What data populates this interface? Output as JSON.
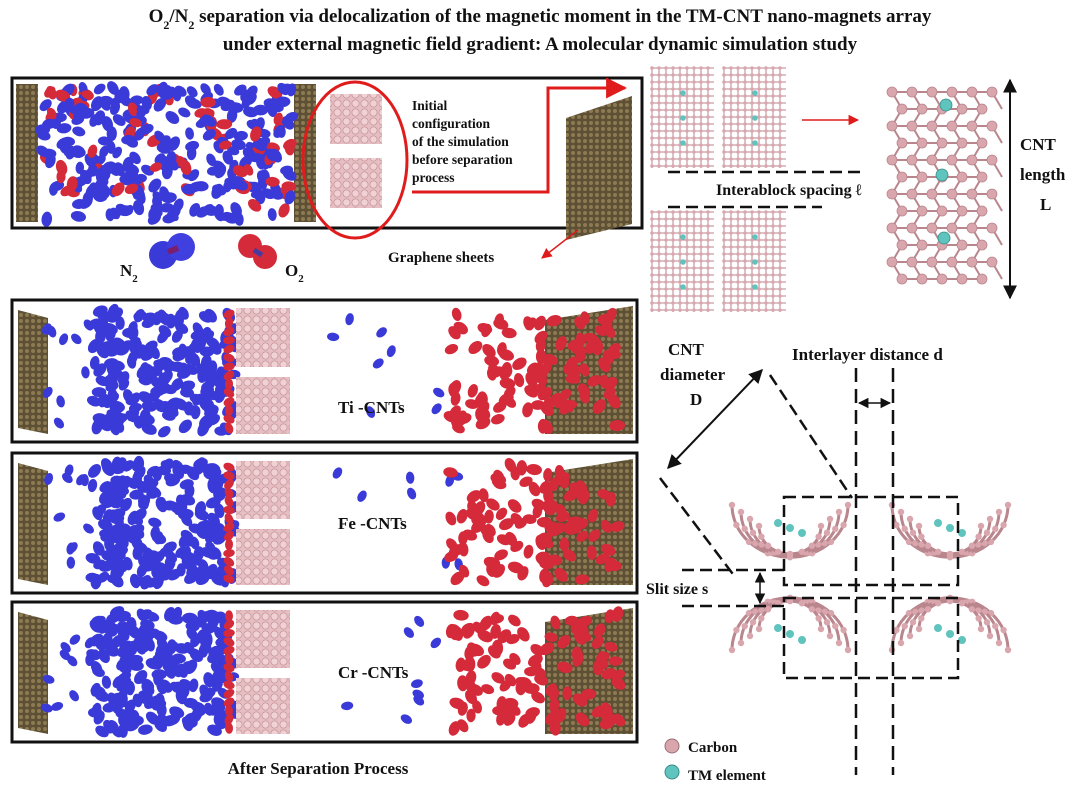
{
  "title": {
    "line1": {
      "pre": "O",
      "sub1": "2",
      "mid": "/N",
      "sub2": "2",
      "post": " separation via delocalization of the magnetic moment in the TM-CNT nano-magnets array"
    },
    "line2": "under external magnetic field gradient: A molecular dynamic simulation study"
  },
  "initial_panel": {
    "label_lines": [
      "Initial",
      "configuration",
      "of the simulation",
      "before separation",
      "process"
    ]
  },
  "legend": {
    "n2": {
      "base": "N",
      "sub": "2"
    },
    "o2": {
      "base": "O",
      "sub": "2"
    },
    "graphene": "Graphene sheets",
    "carbon": "Carbon",
    "tm": "TM element"
  },
  "after_panels": [
    {
      "label": "Ti -CNTs"
    },
    {
      "label": "Fe -CNTs"
    },
    {
      "label": "Cr -CNTs"
    }
  ],
  "after_caption": "After Separation Process",
  "dimensions": {
    "interblock": "Interablock spacing  ℓ",
    "cnt_length": [
      "CNT",
      "length",
      "L"
    ],
    "cnt_diameter": [
      "CNT",
      "diameter",
      "D"
    ],
    "interlayer": "Interlayer distance  d",
    "slit": "Slit size s"
  },
  "colors": {
    "n2": "#3a3ad8",
    "o2": "#d42a3a",
    "carbon": "#d9a6ad",
    "carbon_dark": "#b9868d",
    "tm": "#5ec4bd",
    "graphene": "#6b5a3a",
    "frame": "#111111",
    "highlight": "#e01b1b"
  }
}
